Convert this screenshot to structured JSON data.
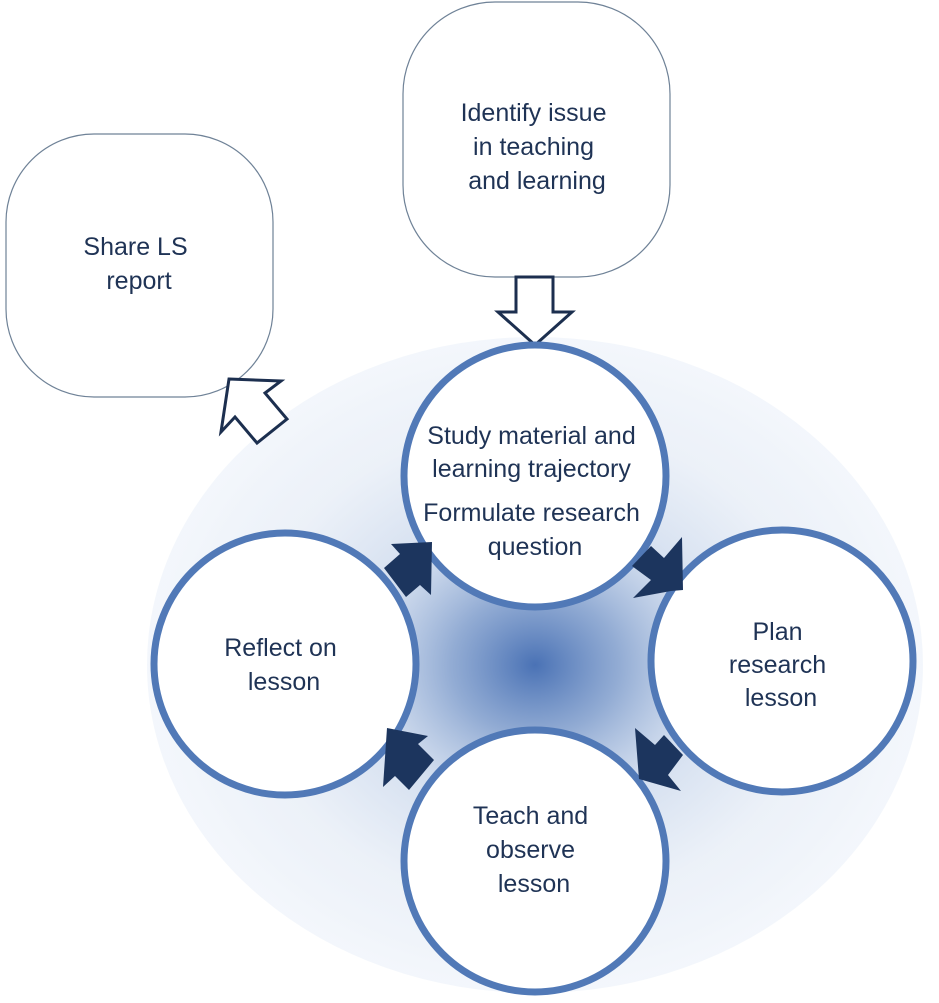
{
  "title": "Lesson Study cycle",
  "colors": {
    "text": "#1f3355",
    "circle_stroke": "#5179b7",
    "arrow_fill": "#1c355e",
    "outline_arrow_stroke": "#1c2f4f",
    "box_stroke": "#6f8297",
    "glow_center": "#4a72b5"
  },
  "boxes": [
    {
      "id": "identify-issue",
      "lines": [
        "Identify issue",
        "in teaching",
        "and learning"
      ]
    },
    {
      "id": "share-report",
      "lines": [
        "Share LS",
        "report"
      ]
    }
  ],
  "cycle": [
    {
      "id": "study-material",
      "lines": [
        "Study material and",
        "learning trajectory"
      ],
      "extra_lines": [
        "Formulate research",
        "question"
      ]
    },
    {
      "id": "plan-lesson",
      "lines": [
        "Plan",
        "research",
        "lesson"
      ]
    },
    {
      "id": "teach-observe",
      "lines": [
        "Teach and",
        "observe",
        "lesson"
      ]
    },
    {
      "id": "reflect",
      "lines": [
        "Reflect on",
        "lesson"
      ]
    }
  ],
  "flow": [
    {
      "from": "identify-issue",
      "to": "study-material",
      "style": "outline-arrow"
    },
    {
      "from": "study-material",
      "to": "plan-lesson",
      "style": "solid-arrow"
    },
    {
      "from": "plan-lesson",
      "to": "teach-observe",
      "style": "solid-arrow"
    },
    {
      "from": "teach-observe",
      "to": "reflect",
      "style": "solid-arrow"
    },
    {
      "from": "reflect",
      "to": "study-material",
      "style": "solid-arrow"
    },
    {
      "from": "reflect",
      "to": "share-report",
      "style": "outline-arrow"
    }
  ]
}
